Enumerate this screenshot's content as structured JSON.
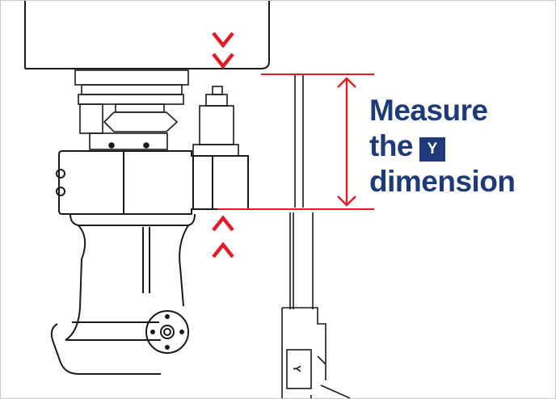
{
  "callout": {
    "line1": "Measure",
    "line2": "the",
    "badge": "Y",
    "line3": "dimension"
  },
  "gauge_label": "Y",
  "colors": {
    "accent_red": "#e21b24",
    "text_blue": "#1e3a78",
    "line_dark": "#1a1a1a"
  },
  "icons": {
    "top_chevrons": "chevron-down-icon",
    "bottom_chevrons": "chevron-up-icon"
  }
}
